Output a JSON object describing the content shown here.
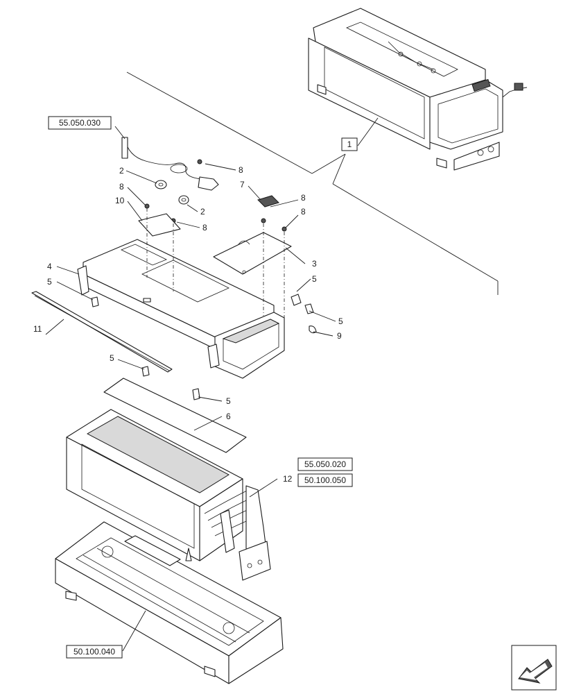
{
  "diagram": {
    "reference_boxes": [
      {
        "id": "ref-55-050-030",
        "label": "55.050.030"
      },
      {
        "id": "ref-55-050-020",
        "label": "55.050.020"
      },
      {
        "id": "ref-50-100-050",
        "label": "50.100.050"
      },
      {
        "id": "ref-50-100-040",
        "label": "50.100.040"
      },
      {
        "id": "ref-assembly",
        "label": "1"
      }
    ],
    "callouts": [
      {
        "id": "c-2a",
        "label": "2"
      },
      {
        "id": "c-8a",
        "label": "8"
      },
      {
        "id": "c-8b",
        "label": "8"
      },
      {
        "id": "c-7",
        "label": "7"
      },
      {
        "id": "c-8c",
        "label": "8"
      },
      {
        "id": "c-10",
        "label": "10"
      },
      {
        "id": "c-2b",
        "label": "2"
      },
      {
        "id": "c-8d",
        "label": "8"
      },
      {
        "id": "c-8e",
        "label": "8"
      },
      {
        "id": "c-4",
        "label": "4"
      },
      {
        "id": "c-3",
        "label": "3"
      },
      {
        "id": "c-5a",
        "label": "5"
      },
      {
        "id": "c-5b",
        "label": "5"
      },
      {
        "id": "c-5c",
        "label": "5"
      },
      {
        "id": "c-9",
        "label": "9"
      },
      {
        "id": "c-11",
        "label": "11"
      },
      {
        "id": "c-5d",
        "label": "5"
      },
      {
        "id": "c-5e",
        "label": "5"
      },
      {
        "id": "c-6",
        "label": "6"
      },
      {
        "id": "c-12",
        "label": "12"
      }
    ],
    "nav_icon": "previous-page-arrow-icon"
  }
}
